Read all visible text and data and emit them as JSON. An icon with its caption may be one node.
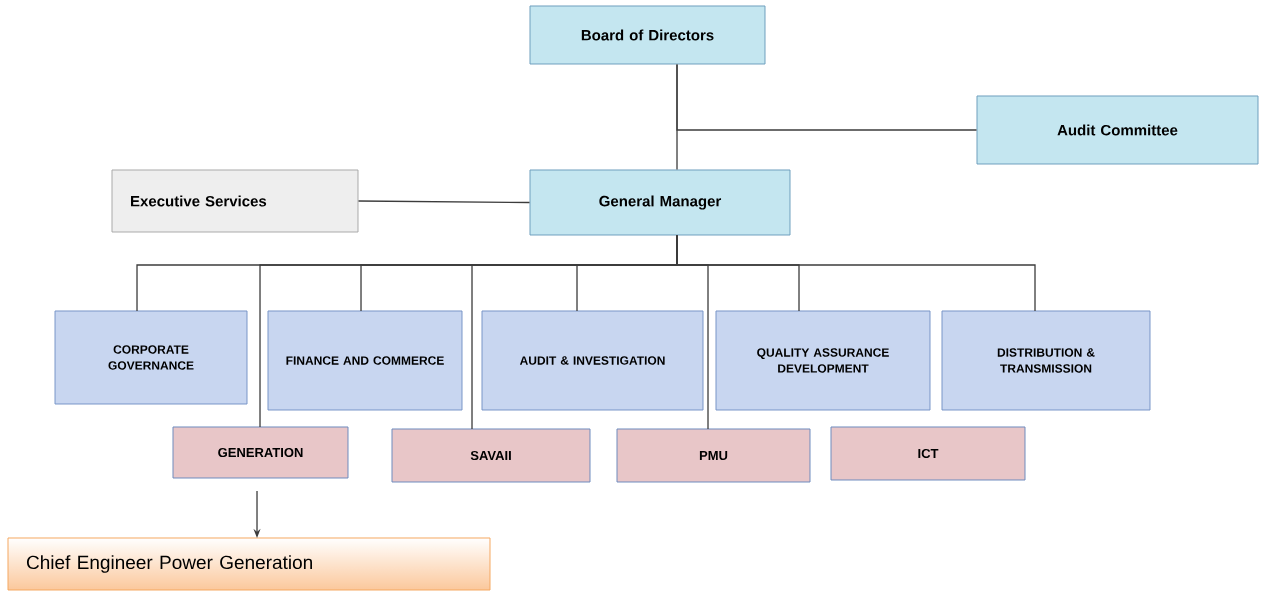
{
  "diagram": {
    "nodes": [
      {
        "text": [
          "Board of Directors"
        ]
      },
      {
        "text": [
          "Audit Committee"
        ]
      },
      {
        "text": [
          "Executive Services"
        ]
      },
      {
        "text": [
          "General Manager"
        ]
      },
      {
        "text": [
          "CORPORATE GOVERNANCE"
        ]
      },
      {
        "text": [
          "FINANCE AND COMMERCE"
        ]
      },
      {
        "text": [
          "AUDIT & INVESTIGATION"
        ]
      },
      {
        "text": [
          "QUALITY  ASSURANCE DEVELOPMENT"
        ]
      },
      {
        "text": [
          "DISTRIBUTION & TRANSMISSION"
        ]
      },
      {
        "text": [
          "GENERATION"
        ]
      },
      {
        "text": [
          "SAVAII"
        ]
      },
      {
        "text": [
          "PMU"
        ]
      },
      {
        "text": [
          "ICT"
        ]
      },
      {
        "text": [
          "Chief Engineer Power Generation"
        ]
      }
    ],
    "edges": [
      {
        "from": 0,
        "to": 3,
        "arrow": "none"
      },
      {
        "from": 0,
        "to": 1,
        "arrow": "none"
      },
      {
        "from": 2,
        "to": 3,
        "arrow": "none"
      },
      {
        "from": 3,
        "to": 4,
        "arrow": "none"
      },
      {
        "from": 3,
        "to": 9,
        "arrow": "none"
      },
      {
        "from": 3,
        "to": 5,
        "arrow": "none"
      },
      {
        "from": 3,
        "to": 10,
        "arrow": "none"
      },
      {
        "from": 3,
        "to": 6,
        "arrow": "none"
      },
      {
        "from": 3,
        "to": 11,
        "arrow": "none"
      },
      {
        "from": 3,
        "to": 7,
        "arrow": "none"
      },
      {
        "from": 3,
        "to": 8,
        "arrow": "none"
      },
      {
        "from": 9,
        "to": 13,
        "arrow": "to"
      }
    ]
  }
}
